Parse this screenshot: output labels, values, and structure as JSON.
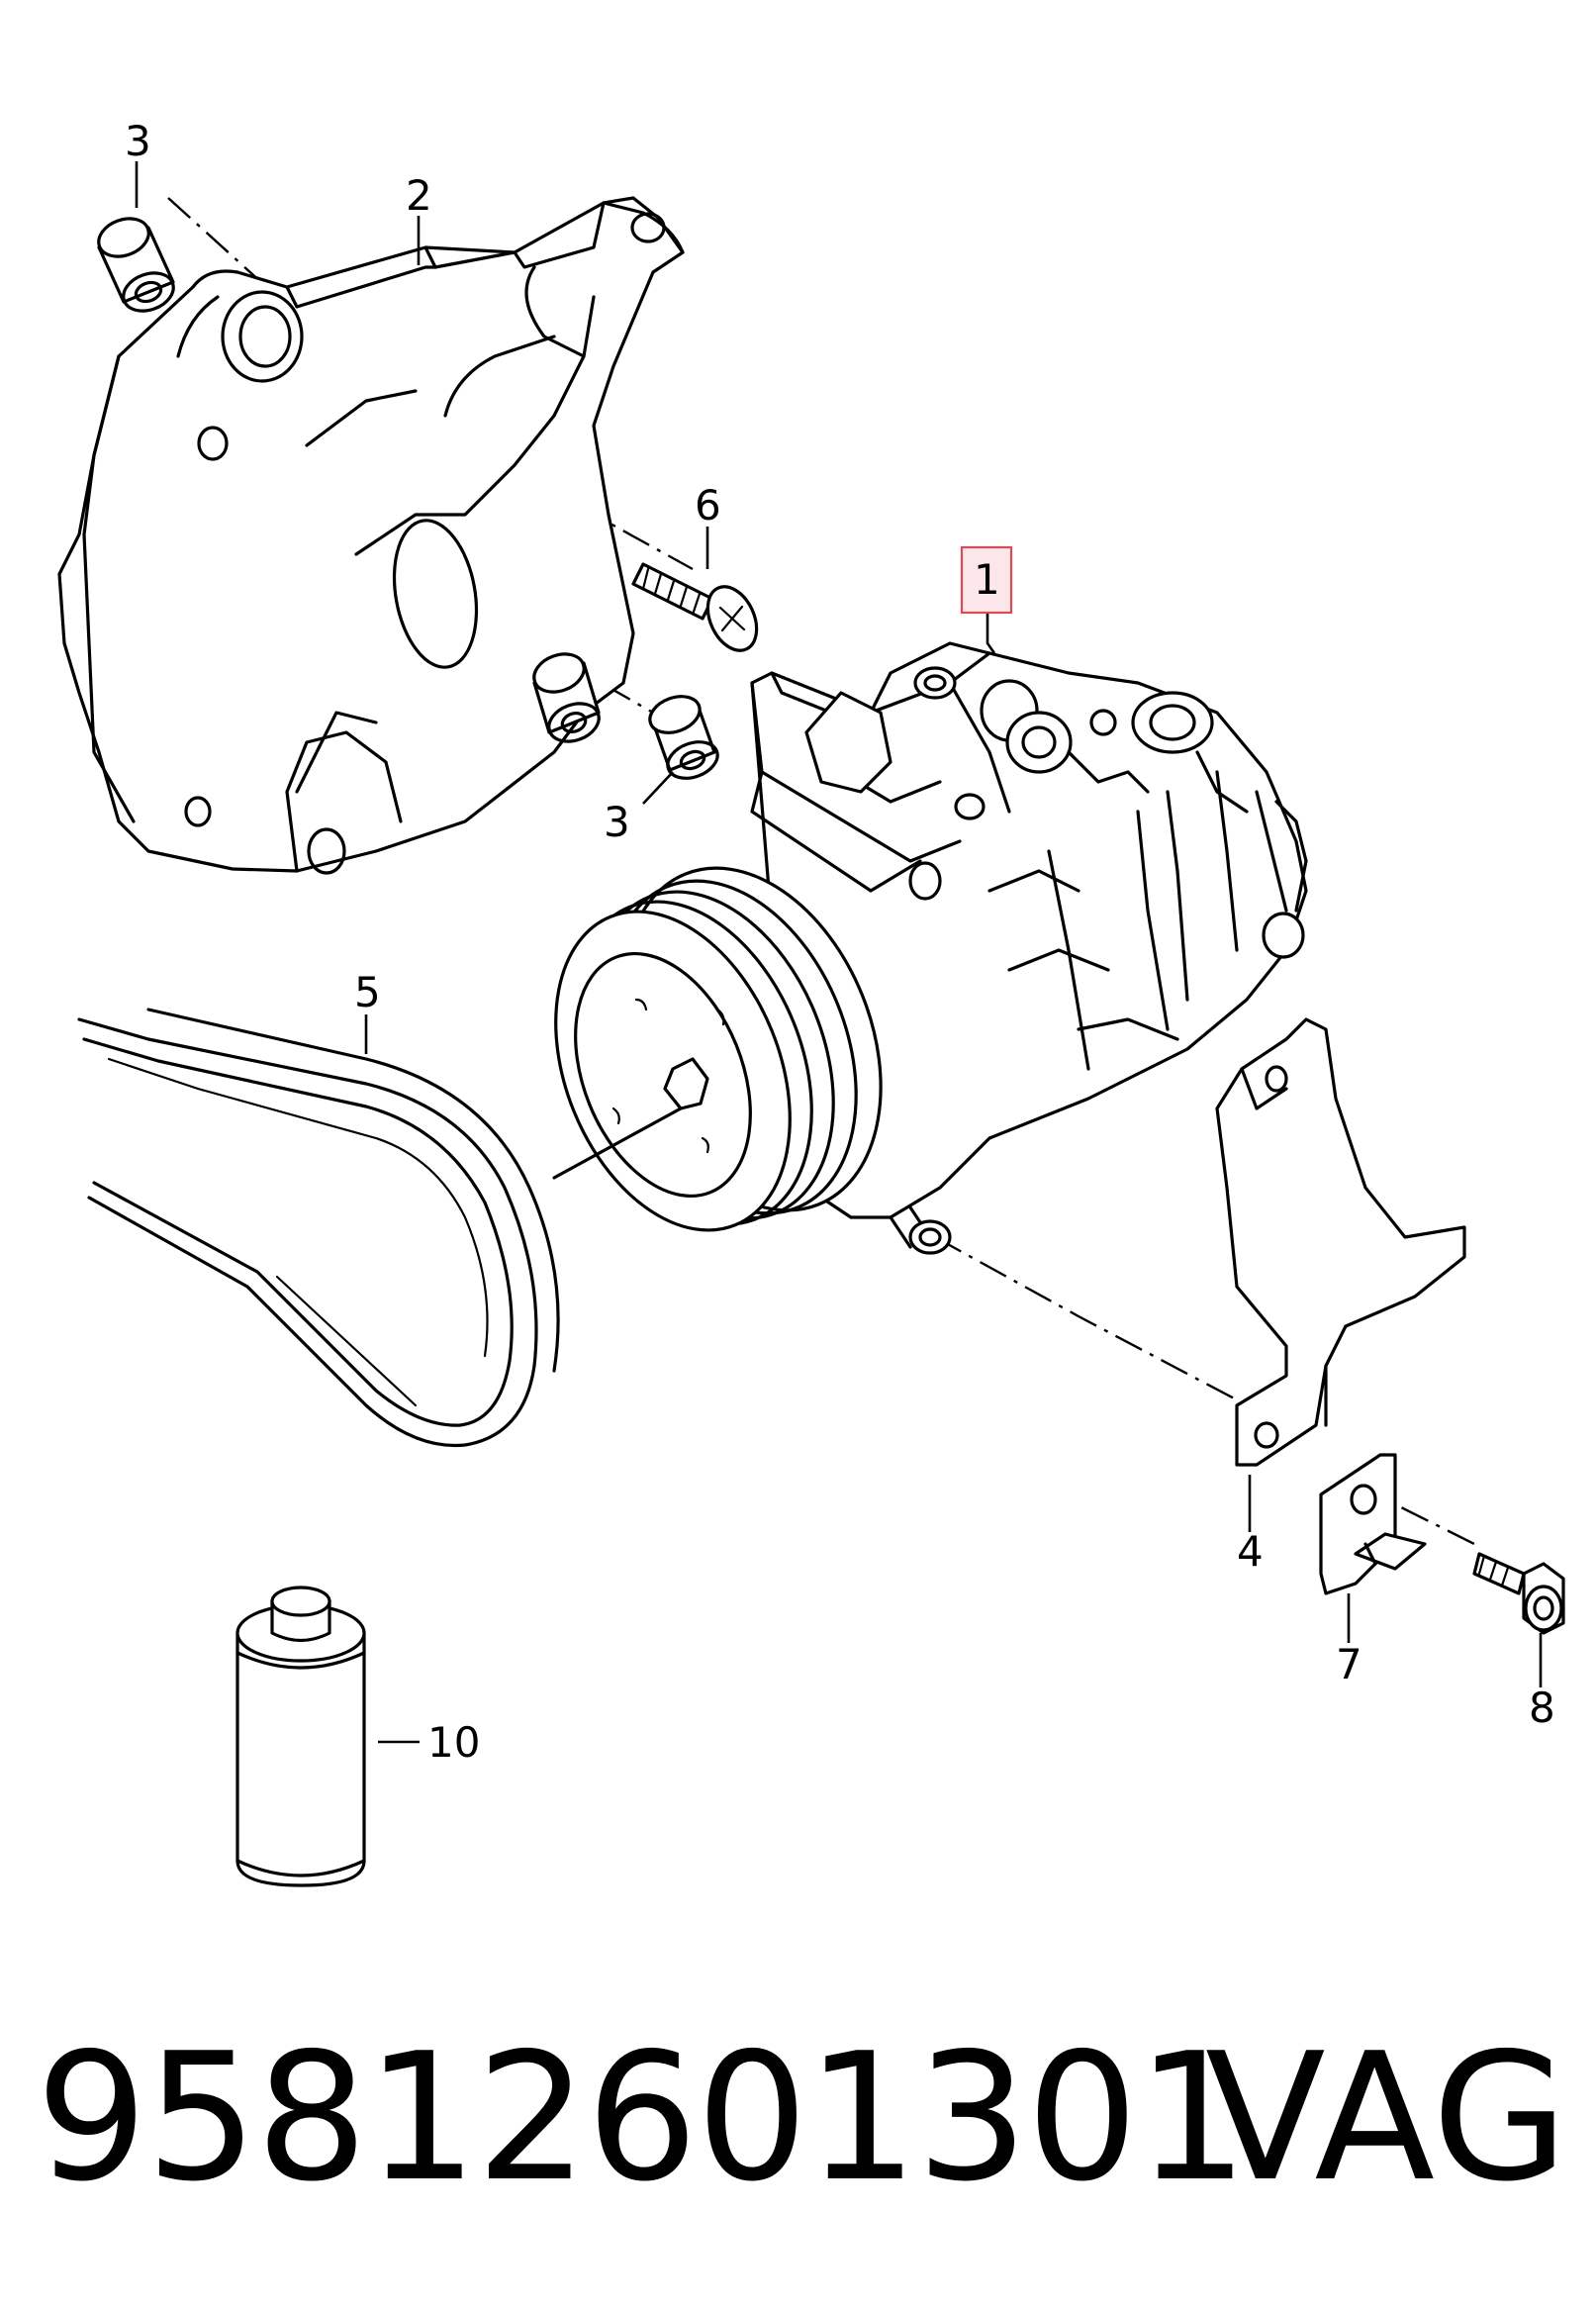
{
  "callouts": {
    "c1": "1",
    "c2": "2",
    "c3a": "3",
    "c3b": "3",
    "c4": "4",
    "c5": "5",
    "c6": "6",
    "c7": "7",
    "c8": "8",
    "c10": "10"
  },
  "footer": {
    "part_number": "95812601301",
    "brand": "VAG"
  },
  "colors": {
    "line": "#000000",
    "highlight_fill": "#fbe7e9",
    "highlight_stroke": "#d94b57"
  }
}
